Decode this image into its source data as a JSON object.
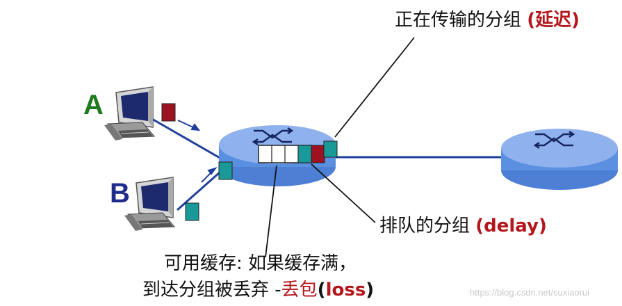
{
  "labels": {
    "host_a": "A",
    "host_b": "B",
    "transmitting_text": "正在传输的分组 ",
    "transmitting_delay": "(延迟)",
    "queued_text": "排队的分组 ",
    "queued_delay": "(delay)",
    "buffer_line1": "可用缓存: 如果缓存满，",
    "buffer_line2_text": "到达分组被丢弃 -",
    "buffer_line2_drop": "丢包",
    "buffer_line2_paren_open": "(",
    "buffer_line2_loss": "loss",
    "buffer_line2_paren_close": ")"
  },
  "watermark": "https://blog.csdn.net/suxiaorui",
  "colors": {
    "host_a_label": "#1f7a1f",
    "host_b_label": "#1f2c8c",
    "router_fill": "#5b8fe0",
    "router_top": "#8fb2ee",
    "link": "#1f3f9a",
    "packet_red": "#9c1220",
    "packet_teal": "#199a99",
    "annotation_red": "#b3161b"
  }
}
